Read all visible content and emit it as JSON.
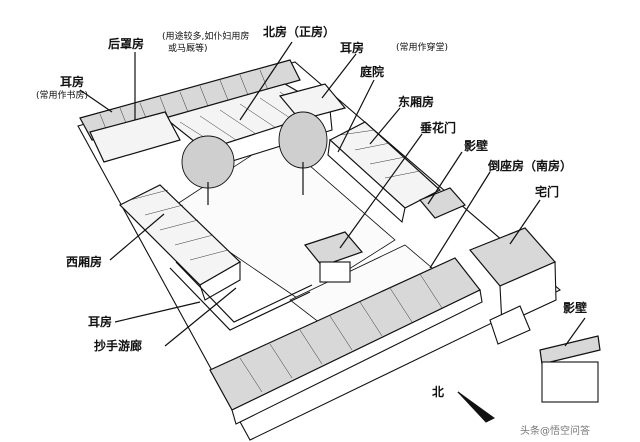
{
  "labels": {
    "houzhaofang": "后罩房",
    "houzhaofang_note_1": "(用途较多,如仆妇用房",
    "houzhaofang_note_2": "或马厩等)",
    "beifang": "北房（正房）",
    "erfang_right": "耳房",
    "erfang_right_note": "(常用作穿堂)",
    "tingyuan": "庭院",
    "erfang_left": "耳房",
    "erfang_left_note": "(常用作书房)",
    "dongxiangfang": "东厢房",
    "chuihuamen": "垂花门",
    "yingbi_top": "影壁",
    "daozuofang": "倒座房（南房）",
    "zhaimen": "宅门",
    "xixiangfang": "西厢房",
    "erfang_bottom": "耳房",
    "chaoshouyoulang": "抄手游廊",
    "yingbi_bottom": "影壁",
    "north": "北",
    "watermark": "头条@悟空问答"
  }
}
